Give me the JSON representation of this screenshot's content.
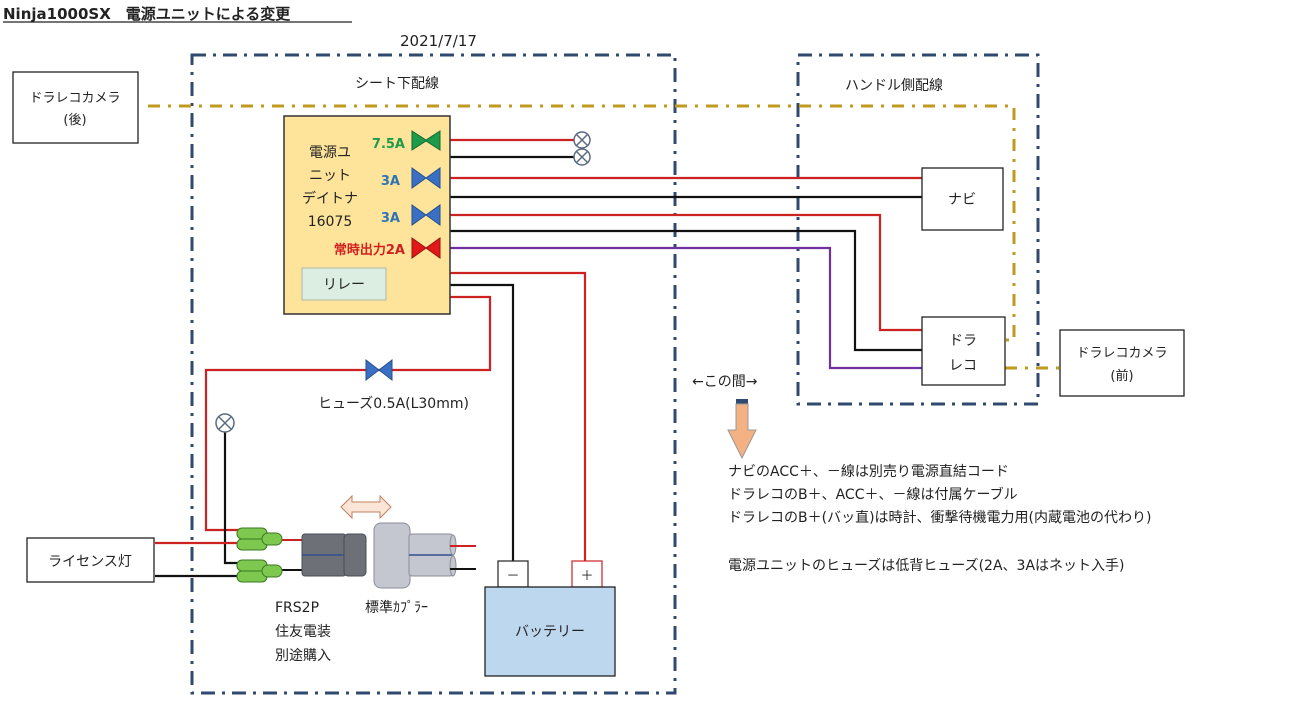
{
  "title": "Ninja1000SX　電源ユニットによる変更",
  "date": "2021/7/17",
  "zones": {
    "seat": "シート下配線",
    "handle": "ハンドル側配線"
  },
  "power_unit": {
    "name_lines": [
      "電源ユ",
      "ニット",
      "デイトナ",
      "16075"
    ],
    "fuses": [
      {
        "label": "7.5A",
        "color": "#1e9b4a"
      },
      {
        "label": "3A",
        "color": "#2e74b5"
      },
      {
        "label": "3A",
        "color": "#2e74b5"
      },
      {
        "label": "常時出力2A",
        "color": "#d11f1f"
      }
    ],
    "relay": "リレー"
  },
  "devices": {
    "rear_camera": [
      "ドラレコカメラ",
      "(後)"
    ],
    "front_camera": [
      "ドラレコカメラ",
      "(前)"
    ],
    "navi": "ナビ",
    "dashcam": [
      "ドラ",
      "レコ"
    ],
    "license_light": "ライセンス灯",
    "battery": "バッテリー",
    "battery_minus": "－",
    "battery_plus": "＋"
  },
  "labels": {
    "fuse_inline": "ヒューズ0.5A(L30mm)",
    "frs_lines": [
      "FRS2P",
      "住友電装",
      "別途購入"
    ],
    "coupler": "標準ｶﾌﾟﾗｰ",
    "between": "←この間→"
  },
  "notes": [
    "ナビのACC＋、－線は別売り電源直結コード",
    "ドラレコのB＋、ACC＋、－線は付属ケーブル",
    "ドラレコのB＋(バッ直)は時計、衝撃待機電力用(内蔵電池の代わり)",
    "",
    "電源ユニットのヒューズは低背ヒューズ(2A、3Aはネット入手)"
  ],
  "colors": {
    "wire_red": "#cc2222",
    "wire_black": "#111111",
    "wire_purple": "#7030a0",
    "camera_cable": "#bf9a1e",
    "zone_border": "#2f4a6e",
    "unit_fill": "#fde49a",
    "battery_fill": "#bdd7ee"
  }
}
